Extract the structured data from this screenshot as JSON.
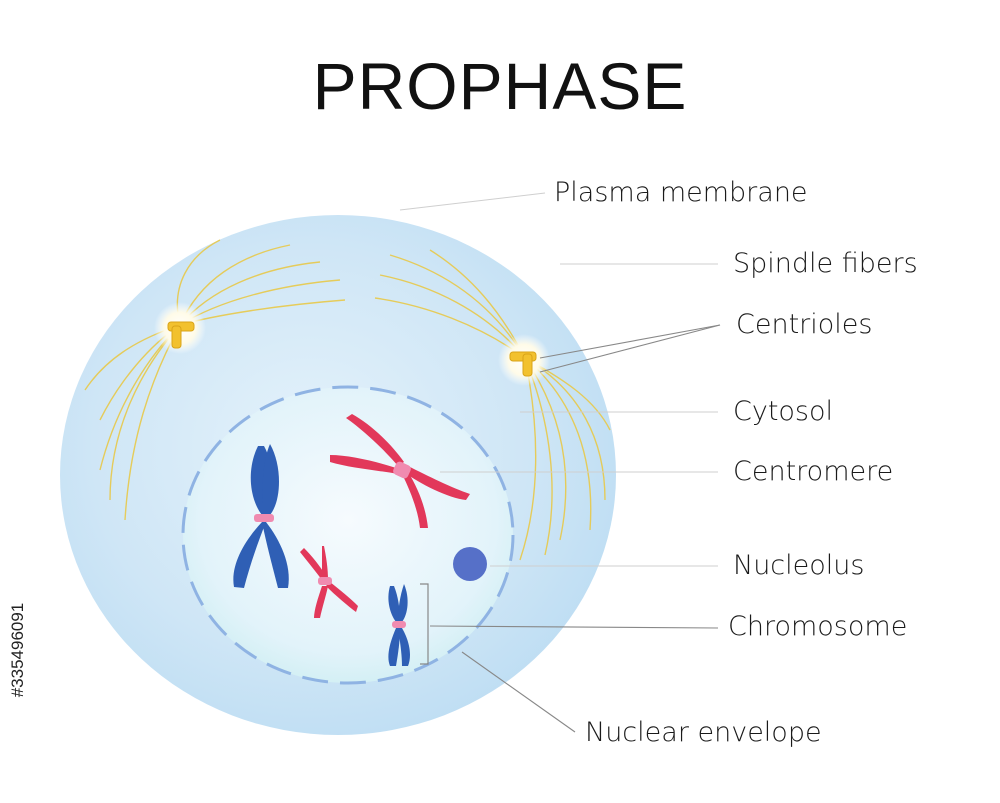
{
  "title": "PROPHASE",
  "labels": {
    "plasma_membrane": "Plasma membrane",
    "spindle_fibers": "Spindle fibers",
    "centrioles": "Centrioles",
    "cytosol": "Cytosol",
    "centromere": "Centromere",
    "nucleolus": "Nucleolus",
    "chromosome": "Chromosome",
    "nuclear_envelope": "Nuclear envelope"
  },
  "stock_id": "#335496091",
  "colors": {
    "cell_fill": "#cfe6f6",
    "nucleus_fill": "#e7f4fb",
    "envelope_dash": "#8fb3e3",
    "chromosome_blue": "#2f5fb5",
    "chromosome_red": "#e2385a",
    "centromere_pink": "#f08bb0",
    "nucleolus": "#5670c8",
    "spindle": "#e8c94a",
    "centriole": "#f2c12e"
  }
}
